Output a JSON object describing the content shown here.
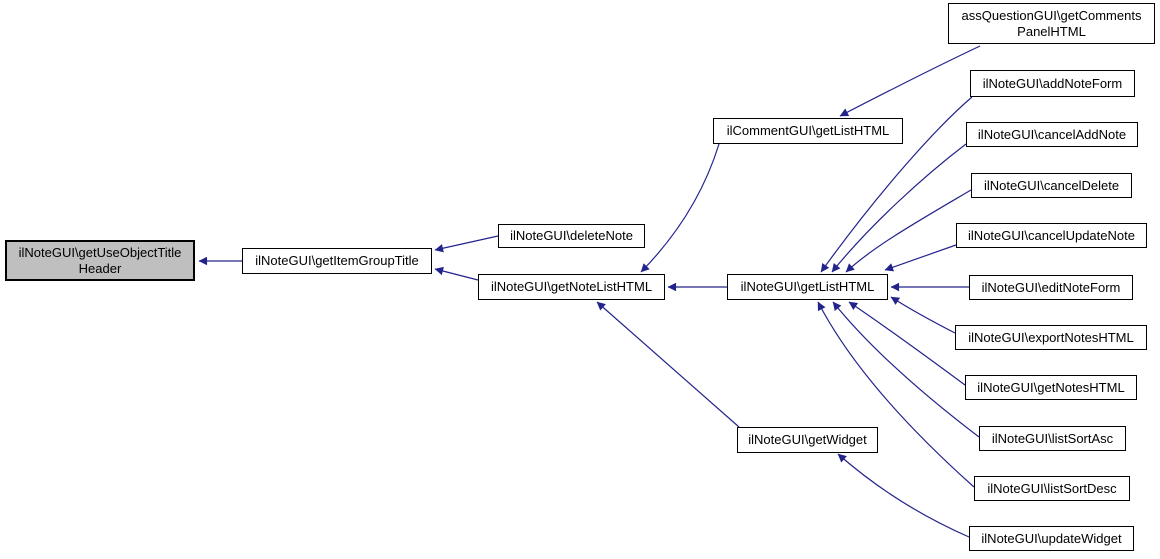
{
  "diagram": {
    "kind": "caller-graph",
    "edge_color": "#23238c",
    "node_border_color": "#000000",
    "node_fill_color": "#ffffff",
    "highlight_fill_color": "#bfbfbf",
    "nodes": [
      {
        "id": "getUseObjectTitleHeader",
        "lines": [
          "ilNoteGUI\\getUseObjectTitle",
          "Header"
        ],
        "highlighted": true
      },
      {
        "id": "getItemGroupTitle",
        "lines": [
          "ilNoteGUI\\getItemGroupTitle"
        ],
        "highlighted": false
      },
      {
        "id": "deleteNote",
        "lines": [
          "ilNoteGUI\\deleteNote"
        ],
        "highlighted": false
      },
      {
        "id": "getNoteListHTML",
        "lines": [
          "ilNoteGUI\\getNoteListHTML"
        ],
        "highlighted": false
      },
      {
        "id": "getListHTML",
        "lines": [
          "ilNoteGUI\\getListHTML"
        ],
        "highlighted": false
      },
      {
        "id": "commentGetListHTML",
        "lines": [
          "ilCommentGUI\\getListHTML"
        ],
        "highlighted": false
      },
      {
        "id": "assQuestionGetCommentsPanelHTML",
        "lines": [
          "assQuestionGUI\\getComments",
          "PanelHTML"
        ],
        "highlighted": false
      },
      {
        "id": "addNoteForm",
        "lines": [
          "ilNoteGUI\\addNoteForm"
        ],
        "highlighted": false
      },
      {
        "id": "cancelAddNote",
        "lines": [
          "ilNoteGUI\\cancelAddNote"
        ],
        "highlighted": false
      },
      {
        "id": "cancelDelete",
        "lines": [
          "ilNoteGUI\\cancelDelete"
        ],
        "highlighted": false
      },
      {
        "id": "cancelUpdateNote",
        "lines": [
          "ilNoteGUI\\cancelUpdateNote"
        ],
        "highlighted": false
      },
      {
        "id": "editNoteForm",
        "lines": [
          "ilNoteGUI\\editNoteForm"
        ],
        "highlighted": false
      },
      {
        "id": "exportNotesHTML",
        "lines": [
          "ilNoteGUI\\exportNotesHTML"
        ],
        "highlighted": false
      },
      {
        "id": "getNotesHTML",
        "lines": [
          "ilNoteGUI\\getNotesHTML"
        ],
        "highlighted": false
      },
      {
        "id": "listSortAsc",
        "lines": [
          "ilNoteGUI\\listSortAsc"
        ],
        "highlighted": false
      },
      {
        "id": "listSortDesc",
        "lines": [
          "ilNoteGUI\\listSortDesc"
        ],
        "highlighted": false
      },
      {
        "id": "updateWidget",
        "lines": [
          "ilNoteGUI\\updateWidget"
        ],
        "highlighted": false
      },
      {
        "id": "getWidget",
        "lines": [
          "ilNoteGUI\\getWidget"
        ],
        "highlighted": false
      }
    ],
    "edges": [
      {
        "from": "getItemGroupTitle",
        "to": "getUseObjectTitleHeader"
      },
      {
        "from": "deleteNote",
        "to": "getItemGroupTitle"
      },
      {
        "from": "getNoteListHTML",
        "to": "getItemGroupTitle"
      },
      {
        "from": "commentGetListHTML",
        "to": "getNoteListHTML"
      },
      {
        "from": "getListHTML",
        "to": "getNoteListHTML"
      },
      {
        "from": "getWidget",
        "to": "getNoteListHTML"
      },
      {
        "from": "assQuestionGetCommentsPanelHTML",
        "to": "commentGetListHTML"
      },
      {
        "from": "addNoteForm",
        "to": "getListHTML"
      },
      {
        "from": "cancelAddNote",
        "to": "getListHTML"
      },
      {
        "from": "cancelDelete",
        "to": "getListHTML"
      },
      {
        "from": "cancelUpdateNote",
        "to": "getListHTML"
      },
      {
        "from": "editNoteForm",
        "to": "getListHTML"
      },
      {
        "from": "exportNotesHTML",
        "to": "getListHTML"
      },
      {
        "from": "getNotesHTML",
        "to": "getListHTML"
      },
      {
        "from": "listSortAsc",
        "to": "getListHTML"
      },
      {
        "from": "listSortDesc",
        "to": "getListHTML"
      },
      {
        "from": "updateWidget",
        "to": "getWidget"
      }
    ]
  }
}
